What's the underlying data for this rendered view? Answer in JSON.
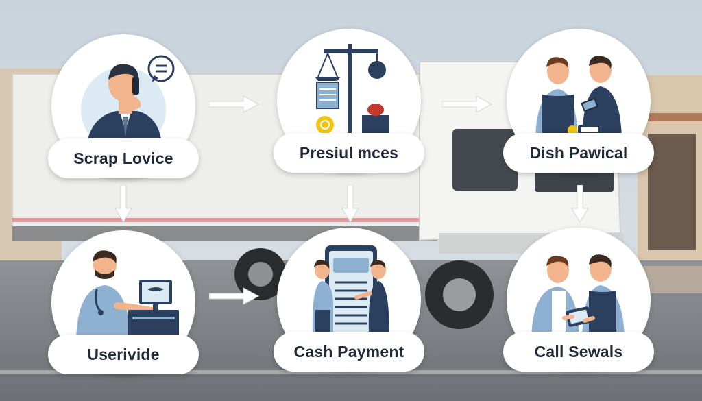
{
  "steps": [
    {
      "label": "Scrap Lovice",
      "icon": "phone-call-icon"
    },
    {
      "label": "Presiul mces",
      "icon": "scale-icon"
    },
    {
      "label": "Dish Pawical",
      "icon": "handover-icon"
    },
    {
      "label": "Userivide",
      "icon": "doctor-computer-icon"
    },
    {
      "label": "Cash Payment",
      "icon": "document-review-icon"
    },
    {
      "label": "Call Sewals",
      "icon": "tablet-consult-icon"
    }
  ],
  "colors": {
    "navy": "#2b3f5e",
    "light_blue": "#8fb1d1",
    "skin": "#f2b48c",
    "hair": "#3a2a22",
    "accent_red": "#c0392b",
    "accent_yellow": "#f1c40f",
    "arrow": "#ffffff"
  }
}
